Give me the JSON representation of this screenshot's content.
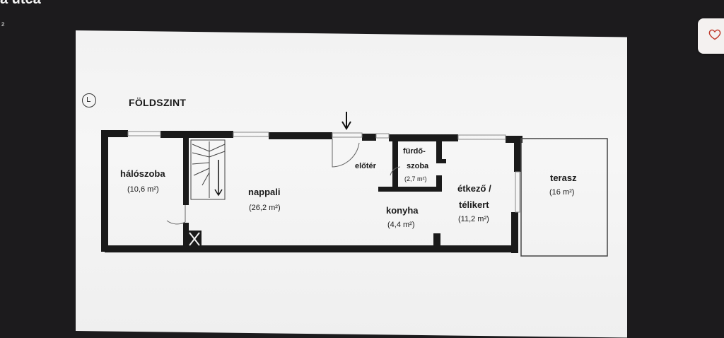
{
  "page": {
    "top_text": "a utca",
    "superscript": "²"
  },
  "favorite_icon": "heart-icon",
  "plan": {
    "title": "FÖLDSZINT",
    "rooms": [
      {
        "id": "haloszoba",
        "name": "hálószoba",
        "area": "(10,6 m²)"
      },
      {
        "id": "nappali",
        "name": "nappali",
        "area": "(26,2 m²)"
      },
      {
        "id": "eloter",
        "name": "előtér",
        "area": ""
      },
      {
        "id": "furdoszoba",
        "name_line1": "fürdő-",
        "name_line2": "szoba",
        "area": "(2,7 m²)"
      },
      {
        "id": "konyha",
        "name": "konyha",
        "area": "(4,4 m²)"
      },
      {
        "id": "etkezo",
        "name_line1": "étkező /",
        "name_line2": "télikert",
        "area": "(11,2 m²)"
      },
      {
        "id": "terasz",
        "name": "terasz",
        "area": "(16 m²)"
      }
    ]
  },
  "colors": {
    "background": "#1c1b1d",
    "screen": "#f3f3f3",
    "walls": "#1a1a1a",
    "accent_heart": "#c0392b"
  }
}
